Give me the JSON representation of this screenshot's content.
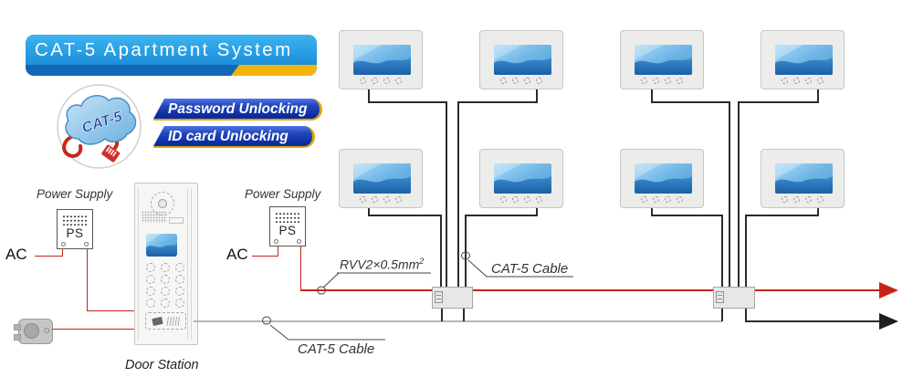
{
  "header": {
    "title": "CAT-5 Apartment System"
  },
  "logo": {
    "label": "CAT-5"
  },
  "features": {
    "password": "Password Unlocking",
    "id_card": "ID card Unlocking"
  },
  "left_power": {
    "title": "Power Supply",
    "unit": "PS",
    "ac_label": "AC"
  },
  "right_power": {
    "title": "Power Supply",
    "unit": "PS",
    "ac_label": "AC"
  },
  "door_station": {
    "label": "Door Station"
  },
  "cable_labels": {
    "rvv2_base": "RVV2×0.5mm",
    "rvv2_sup": "2",
    "cat5_top": "CAT-5 Cable",
    "cat5_bottom": "CAT-5 Cable"
  },
  "monitors": {
    "count": 8,
    "rows": 2,
    "columns": 4
  },
  "colors": {
    "wire_red": "#c92318",
    "wire_dark": "#2b2b2b",
    "wire_gray": "#b5b5b3",
    "title_blue": "#29a0e4",
    "title_strip": "#1566b8",
    "accent_yellow": "#f2b40c",
    "banner_gold": "#d9a512",
    "screen_blue": "#2e7fc4"
  }
}
